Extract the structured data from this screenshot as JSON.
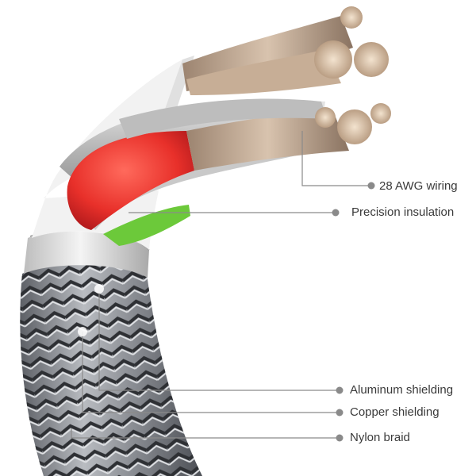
{
  "labels": {
    "wiring": "28 AWG wiring",
    "insulation": "Precision insulation",
    "aluminum": "Aluminum shielding",
    "copper": "Copper shielding",
    "nylon": "Nylon braid"
  },
  "colors": {
    "red_insulation": "#e8302a",
    "green_insulation": "#6cc93a",
    "copper_strands": "#b89a80",
    "aluminum_foil": "#e4e4e4",
    "nylon_braid": "#8a8e94",
    "leader_line": "#8a8a8a"
  }
}
